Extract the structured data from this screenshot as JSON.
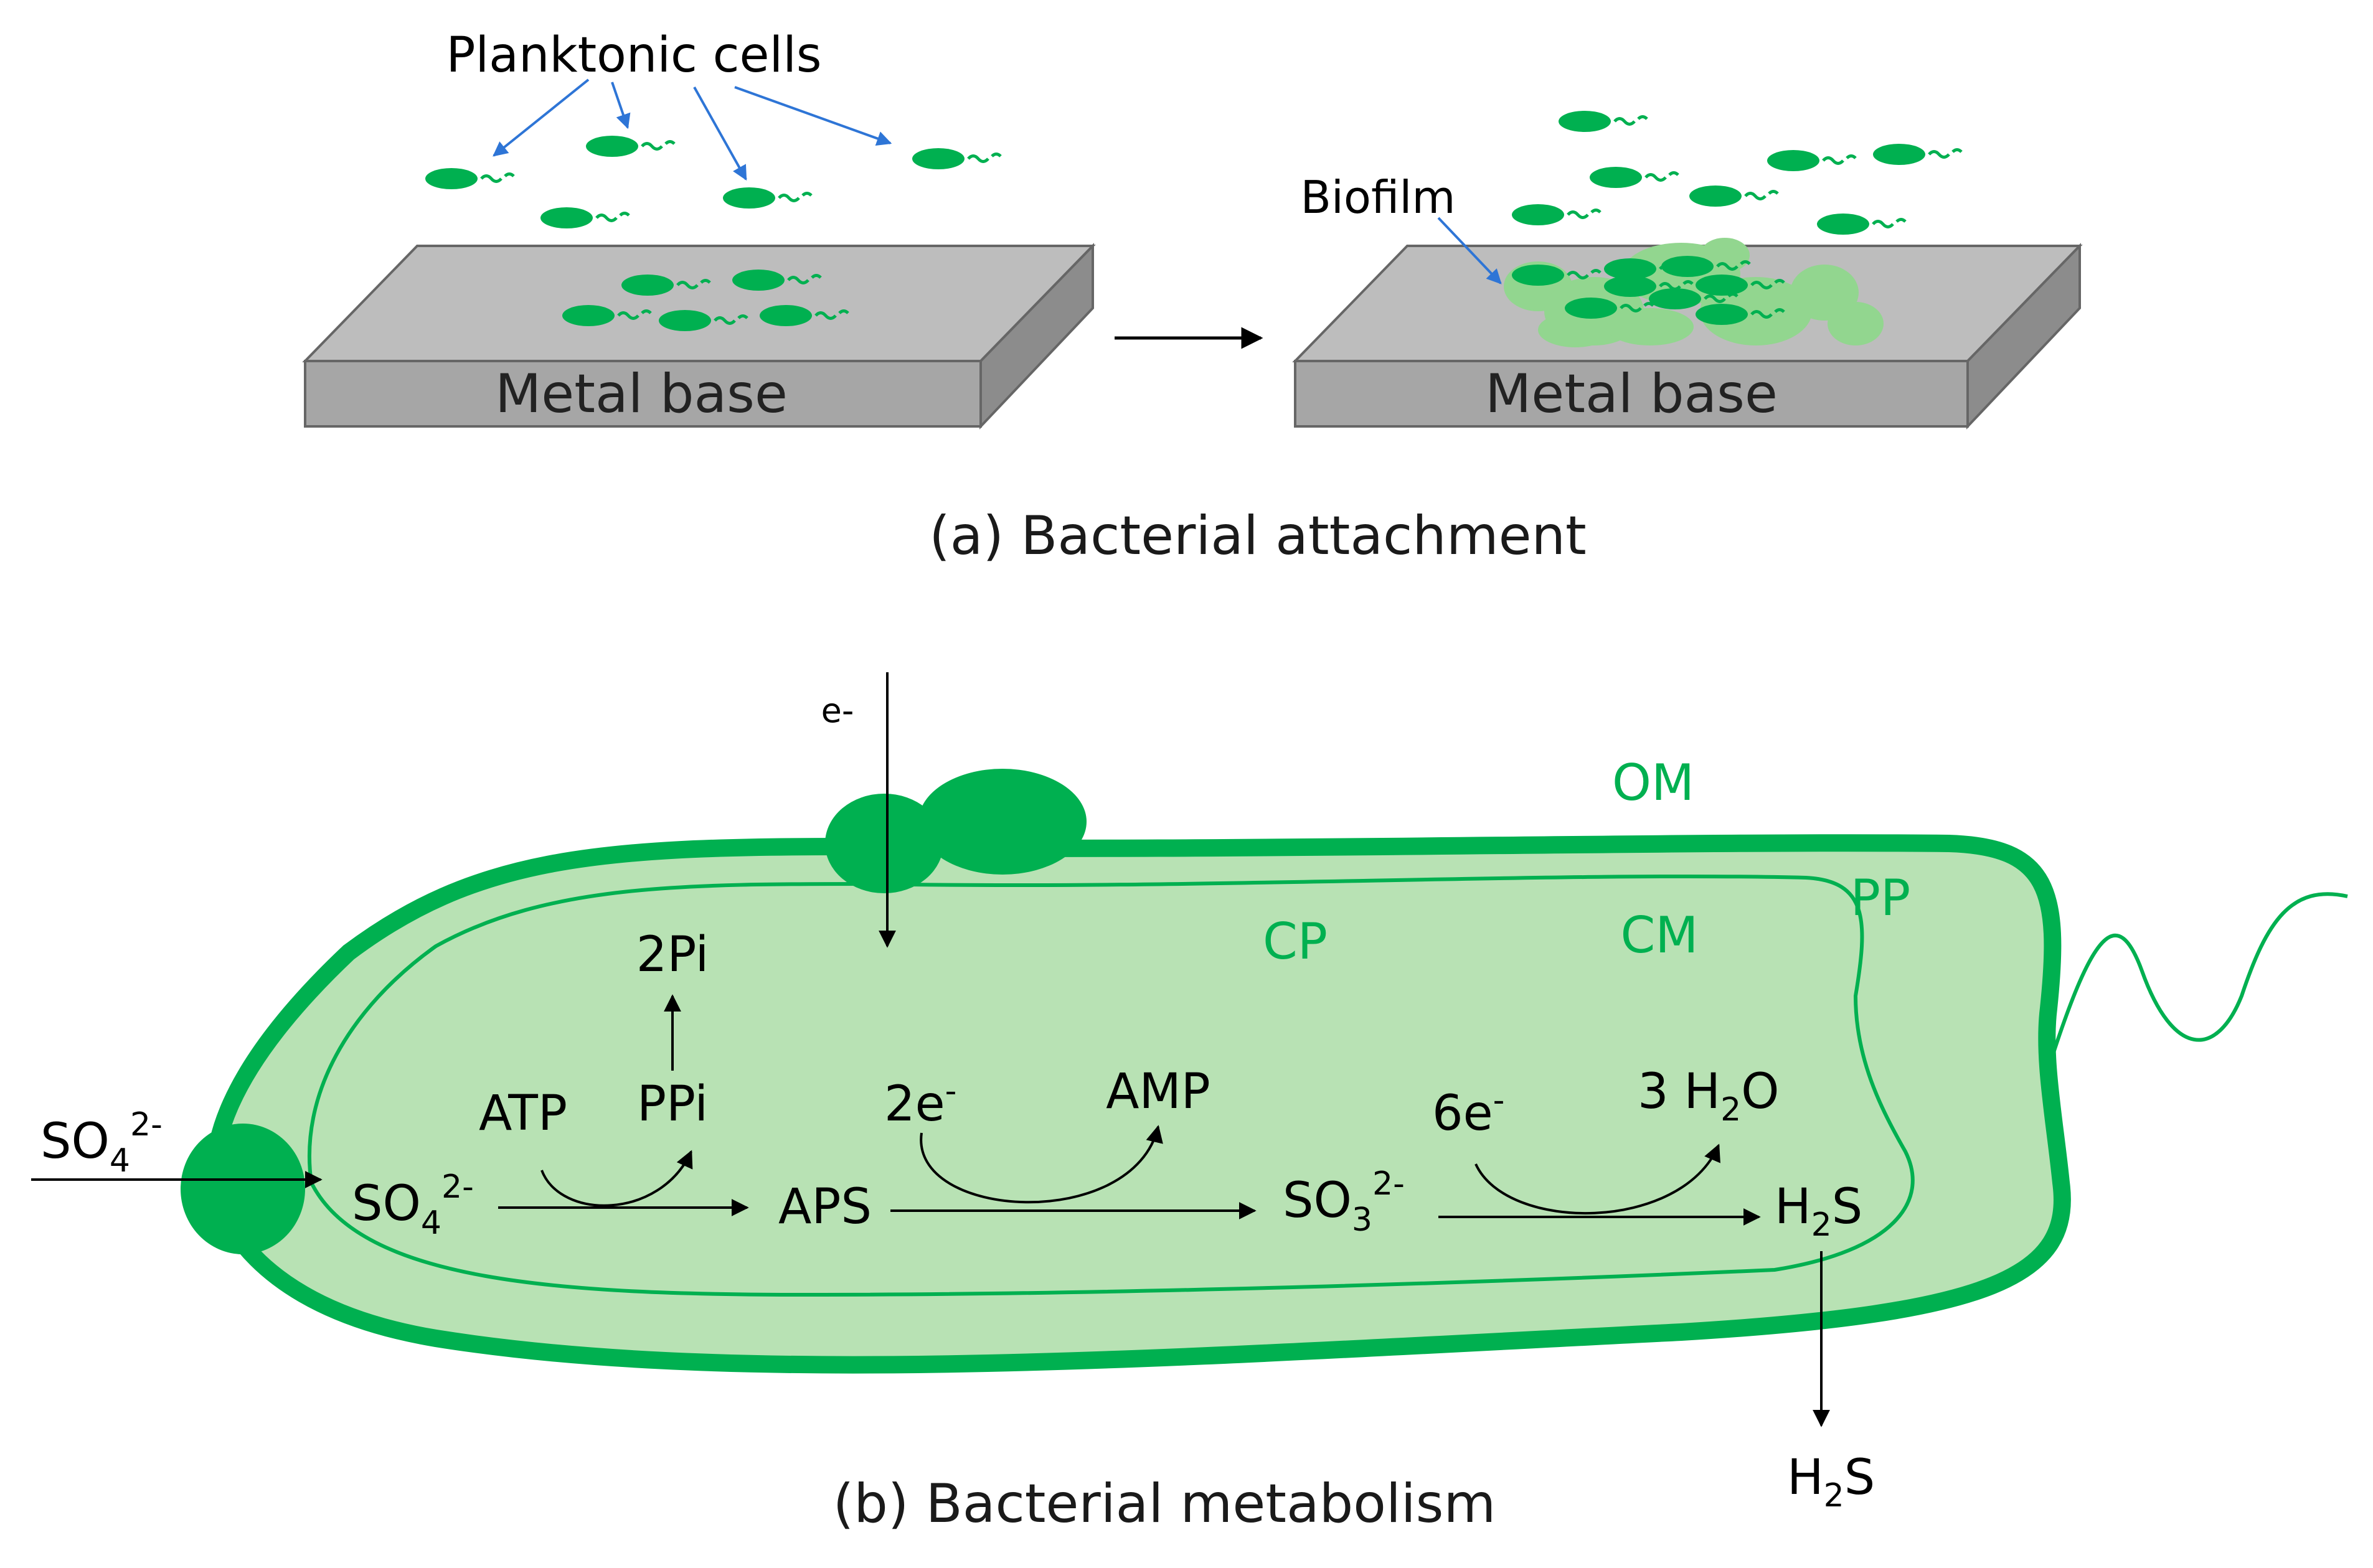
{
  "colors": {
    "cell_green": "#00b050",
    "light_green": "#92d68f",
    "cytoplasm_green": "#b8e2b4",
    "metal_top": "#bdbdbd",
    "metal_front": "#a6a6a6",
    "metal_side": "#8c8c8c",
    "pointer_blue": "#2e75d6"
  },
  "panel_a": {
    "planktonic_label": "Planktonic cells",
    "biofilm_label": "Biofilm",
    "metal_left": "Metal base",
    "metal_right": "Metal base",
    "caption": "(a) Bacterial attachment"
  },
  "panel_b": {
    "caption": "(b) Bacterial metabolism",
    "e_minus": "e-",
    "om": "OM",
    "pp": "PP",
    "cp": "CP",
    "cm": "CM",
    "pi2": "2Pi",
    "atp": "ATP",
    "ppi": "PPi",
    "aps": "APS",
    "amp": "AMP",
    "e2": "2e",
    "e6": "6e",
    "h2o_coef": "3 H",
    "h2o_sub": "2",
    "h2o_tail": "O",
    "so4_base": "SO",
    "so4_sub": "4",
    "so4_sup": "2-",
    "so3_base": "SO",
    "so3_sub": "3",
    "so3_sup": "2-",
    "e_sup": "-",
    "h2s_base": "H",
    "h2s_sub": "2",
    "h2s_tail": "S"
  }
}
